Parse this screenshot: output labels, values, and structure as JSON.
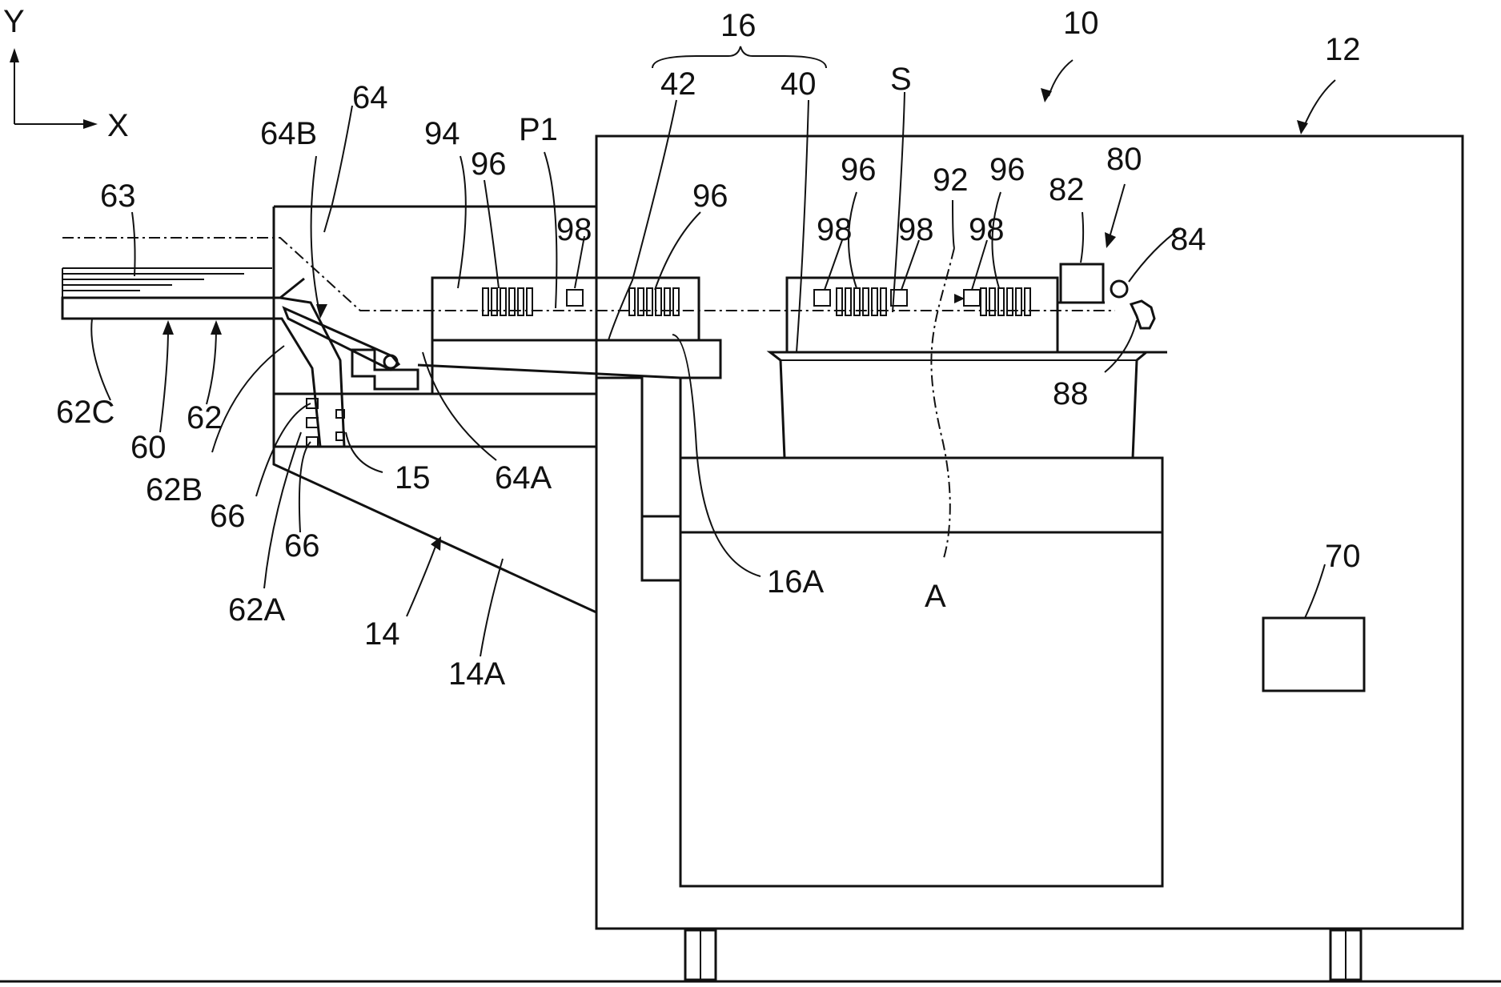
{
  "axes": {
    "y": "Y",
    "x": "X"
  },
  "labels": [
    {
      "key": "l10",
      "text": "10"
    },
    {
      "key": "l12",
      "text": "12"
    },
    {
      "key": "l16",
      "text": "16"
    },
    {
      "key": "l42",
      "text": "42"
    },
    {
      "key": "l40",
      "text": "40"
    },
    {
      "key": "lS",
      "text": "S"
    },
    {
      "key": "l64",
      "text": "64"
    },
    {
      "key": "l64B",
      "text": "64B"
    },
    {
      "key": "l94",
      "text": "94"
    },
    {
      "key": "lP1",
      "text": "P1"
    },
    {
      "key": "l96a",
      "text": "96"
    },
    {
      "key": "l96b",
      "text": "96"
    },
    {
      "key": "l96c",
      "text": "96"
    },
    {
      "key": "l96d",
      "text": "96"
    },
    {
      "key": "l92",
      "text": "92"
    },
    {
      "key": "l82",
      "text": "82"
    },
    {
      "key": "l80",
      "text": "80"
    },
    {
      "key": "l84",
      "text": "84"
    },
    {
      "key": "l63",
      "text": "63"
    },
    {
      "key": "l98a",
      "text": "98"
    },
    {
      "key": "l98b",
      "text": "98"
    },
    {
      "key": "l98c",
      "text": "98"
    },
    {
      "key": "l98d",
      "text": "98"
    },
    {
      "key": "l88",
      "text": "88"
    },
    {
      "key": "l62C",
      "text": "62C"
    },
    {
      "key": "l60",
      "text": "60"
    },
    {
      "key": "l62",
      "text": "62"
    },
    {
      "key": "l62B",
      "text": "62B"
    },
    {
      "key": "l15",
      "text": "15"
    },
    {
      "key": "l64A",
      "text": "64A"
    },
    {
      "key": "l66a",
      "text": "66"
    },
    {
      "key": "l66b",
      "text": "66"
    },
    {
      "key": "l62A",
      "text": "62A"
    },
    {
      "key": "l14",
      "text": "14"
    },
    {
      "key": "l14A",
      "text": "14A"
    },
    {
      "key": "l16A",
      "text": "16A"
    },
    {
      "key": "lA",
      "text": "A"
    },
    {
      "key": "l70",
      "text": "70"
    }
  ]
}
